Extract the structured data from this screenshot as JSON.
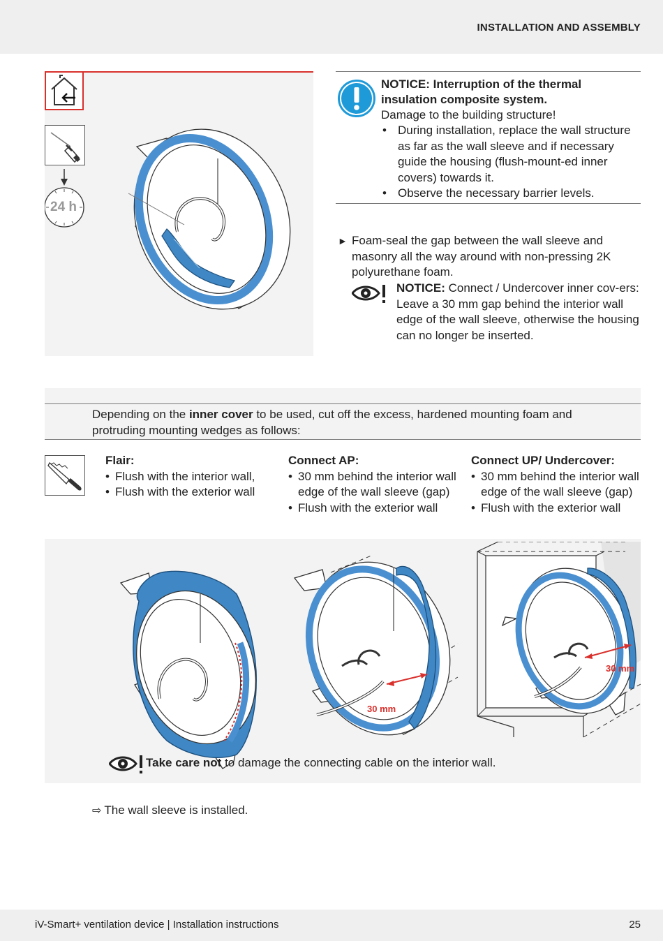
{
  "header": {
    "section_title": "INSTALLATION AND ASSEMBLY"
  },
  "step1": {
    "timer_label": "24 h",
    "notice": {
      "title": "NOTICE: Interruption of the thermal insulation composite system.",
      "text": "Damage to the building structure!",
      "bullets": [
        "During installation, replace the wall structure as far as the wall sleeve and if necessary guide the housing (flush-mount-ed inner covers) towards it.",
        "Observe the necessary barrier levels."
      ]
    },
    "foam_instruction": "Foam-seal the gap between the wall sleeve and masonry all the way around with non-pressing 2K polyurethane foam.",
    "eye_notice": {
      "label": "NOTICE:",
      "text": " Connect / Undercover inner cov-ers: Leave a 30 mm gap behind the interior wall edge of the wall sleeve, otherwise the housing can no longer be inserted."
    }
  },
  "step2": {
    "intro": {
      "pre": "Depending on the ",
      "bold": "inner cover",
      "post": " to be used, cut off the excess, hardened mounting foam and protruding mounting wedges as follows:"
    },
    "columns": [
      {
        "title": "Flair:",
        "bullets": [
          "Flush with the interior wall,",
          "Flush with the exterior wall"
        ]
      },
      {
        "title": "Connect AP:",
        "bullets": [
          "30 mm behind the interior wall edge of the wall sleeve (gap)",
          "Flush with the exterior wall"
        ]
      },
      {
        "title": "Connect UP/ Undercover:",
        "bullets": [
          "30 mm behind the interior wall edge of the wall sleeve (gap)",
          "Flush with the exterior wall"
        ]
      }
    ],
    "dimension_label": "30 mm",
    "care": {
      "bold": "Take care not",
      "text": " to damage the connecting cable on the interior wall."
    }
  },
  "result": {
    "text": "The wall sleeve is installed."
  },
  "footer": {
    "title": "iV-Smart+ ventilation device | Installation instructions",
    "page": "25"
  },
  "colors": {
    "accent_red": "#d9302c",
    "notice_blue": "#1f9ad8",
    "foam_blue": "#3f88c5",
    "sleeve_blue": "#4a90d0"
  }
}
